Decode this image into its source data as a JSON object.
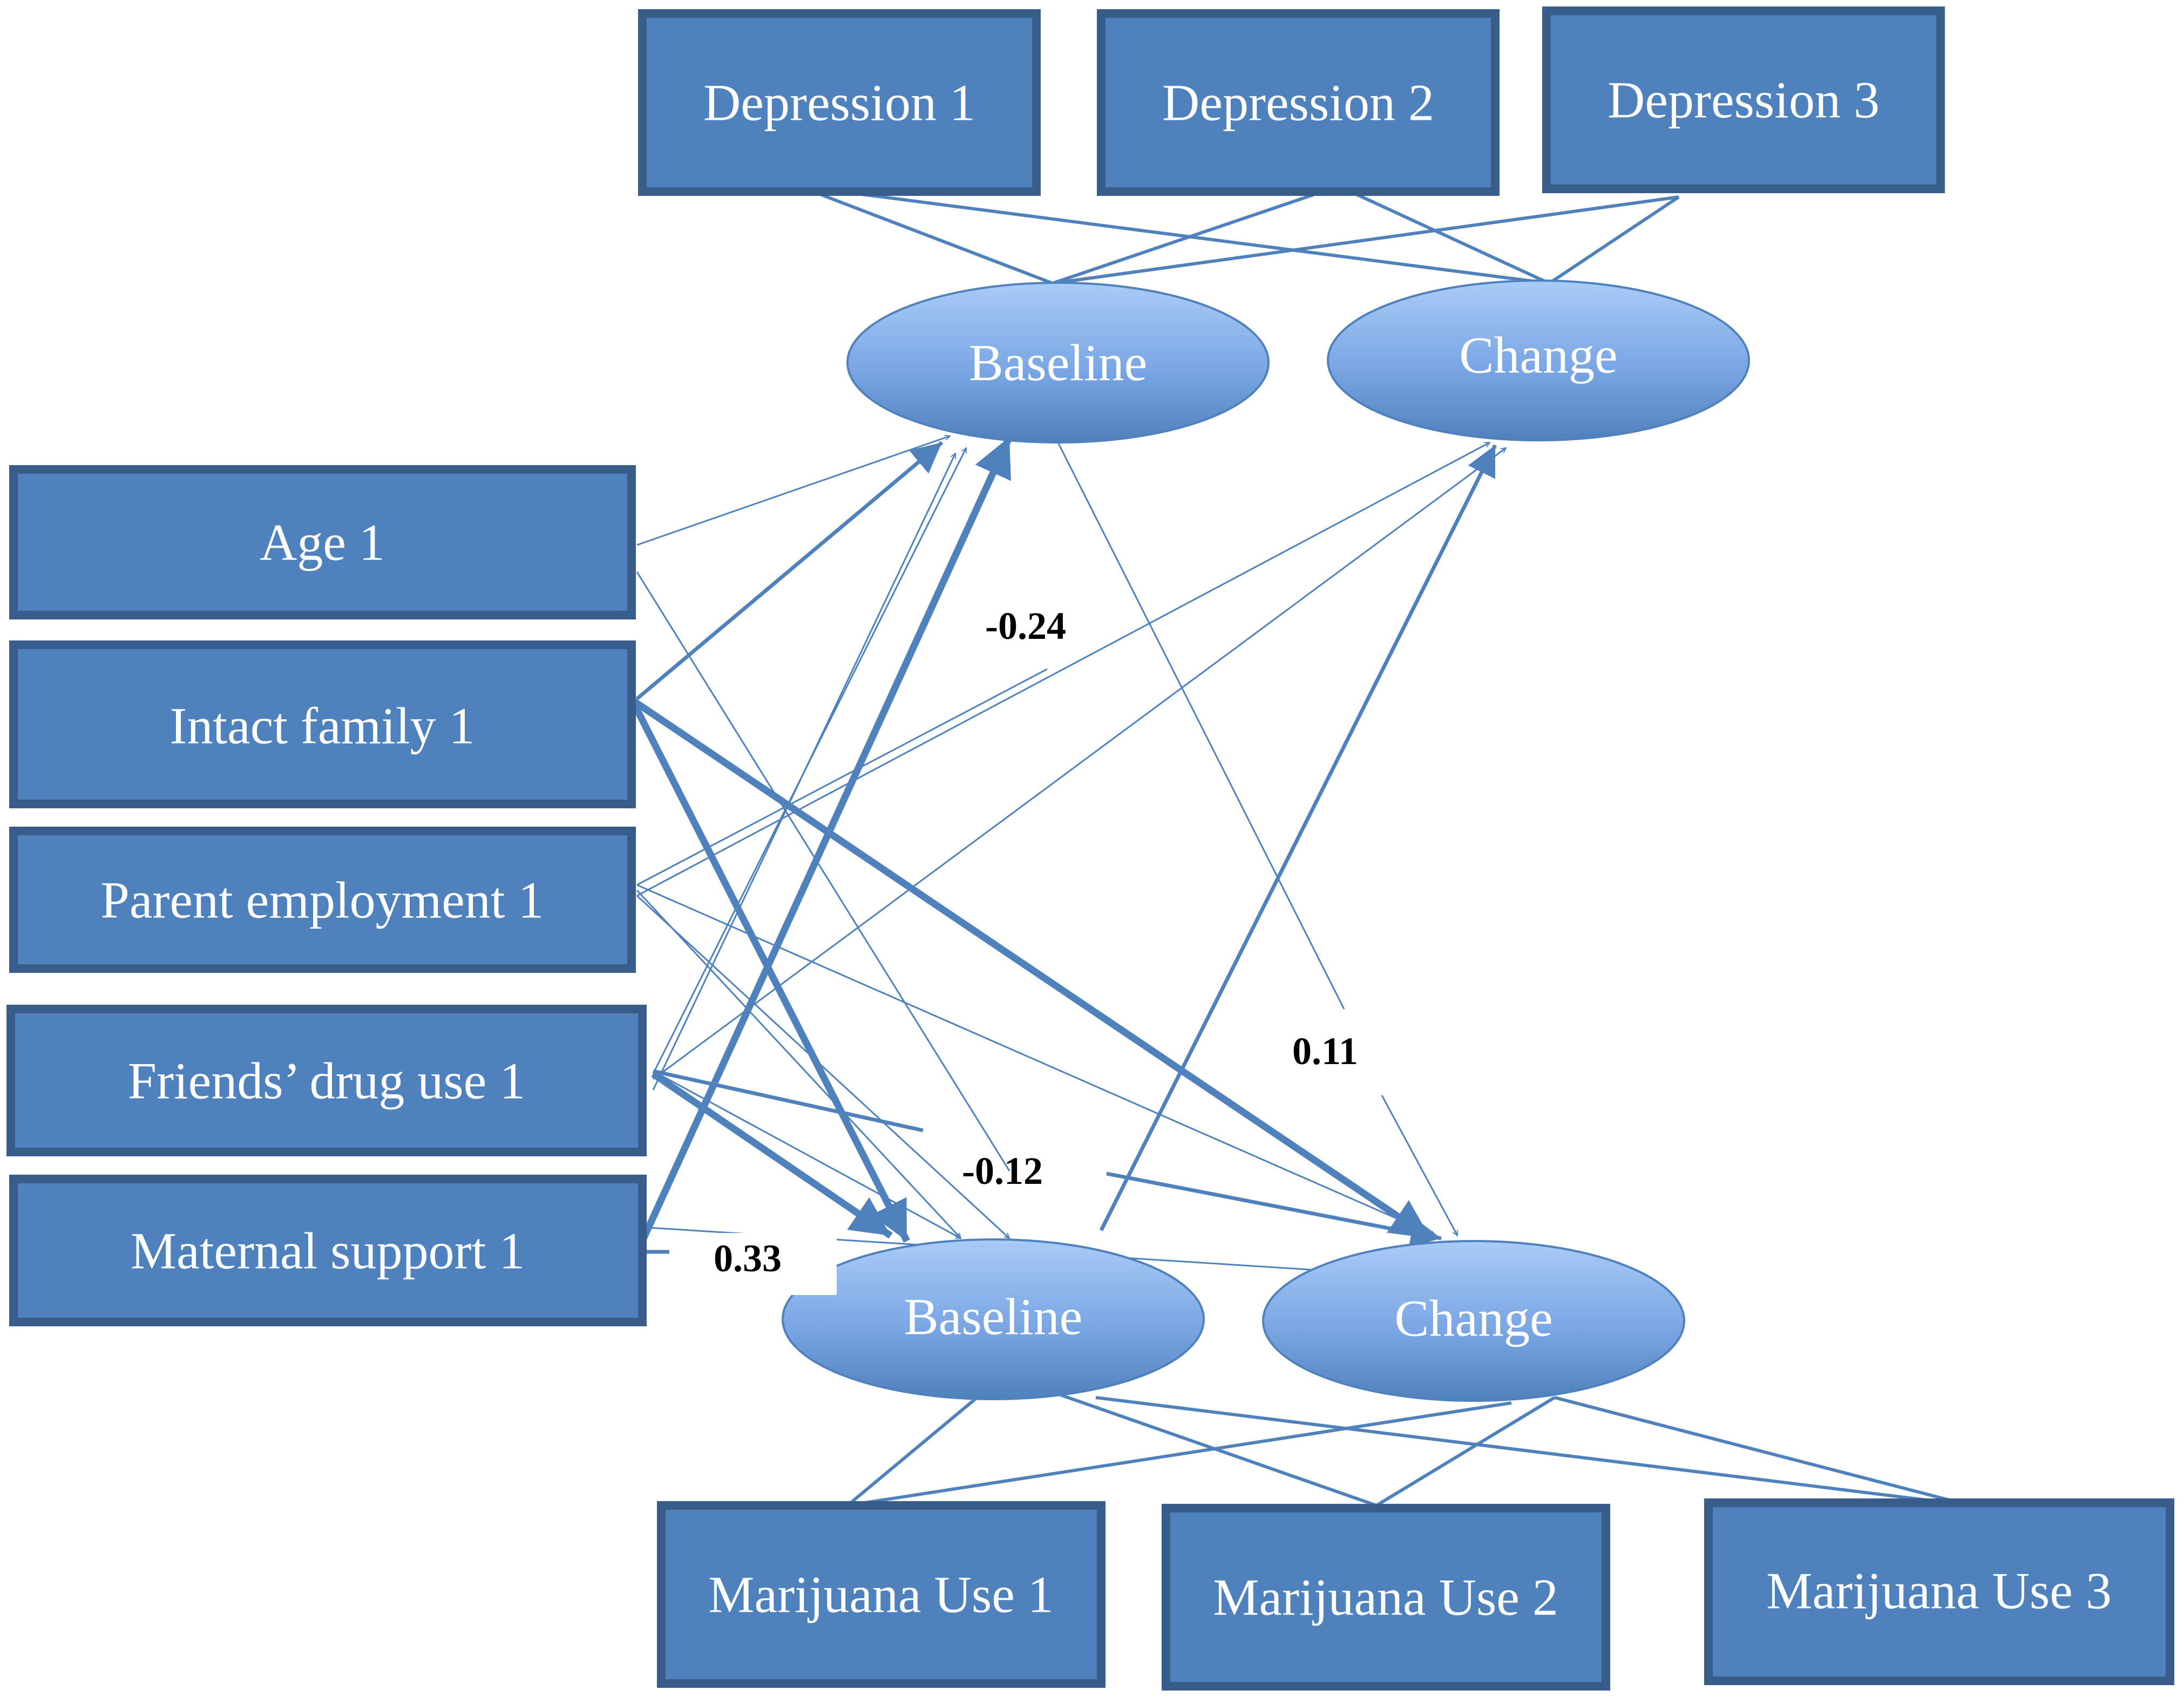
{
  "indicators_top": [
    {
      "label": "Depression 1"
    },
    {
      "label": "Depression 2"
    },
    {
      "label": "Depression 3"
    }
  ],
  "latent_top": [
    {
      "label": "Baseline"
    },
    {
      "label": "Change"
    }
  ],
  "covariates": [
    {
      "label": "Age 1"
    },
    {
      "label": "Intact family 1"
    },
    {
      "label": "Parent employment 1"
    },
    {
      "label": "Friends’ drug use 1"
    },
    {
      "label": "Maternal support 1"
    }
  ],
  "latent_bottom": [
    {
      "label": "Baseline"
    },
    {
      "label": "Change"
    }
  ],
  "indicators_bottom": [
    {
      "label": "Marijuana Use 1"
    },
    {
      "label": "Marijuana Use 2"
    },
    {
      "label": "Marijuana Use 3"
    }
  ],
  "coefficients": [
    {
      "value": "-0.24"
    },
    {
      "value": "0.11"
    },
    {
      "value": "-0.12"
    },
    {
      "value": "0.33"
    }
  ],
  "colors": {
    "box_fill": "#4f81bd",
    "box_border": "#385d8a",
    "edge": "#4f81bd",
    "ellipse_light": "#a9c9f5",
    "ellipse_dark": "#4f81bd"
  }
}
